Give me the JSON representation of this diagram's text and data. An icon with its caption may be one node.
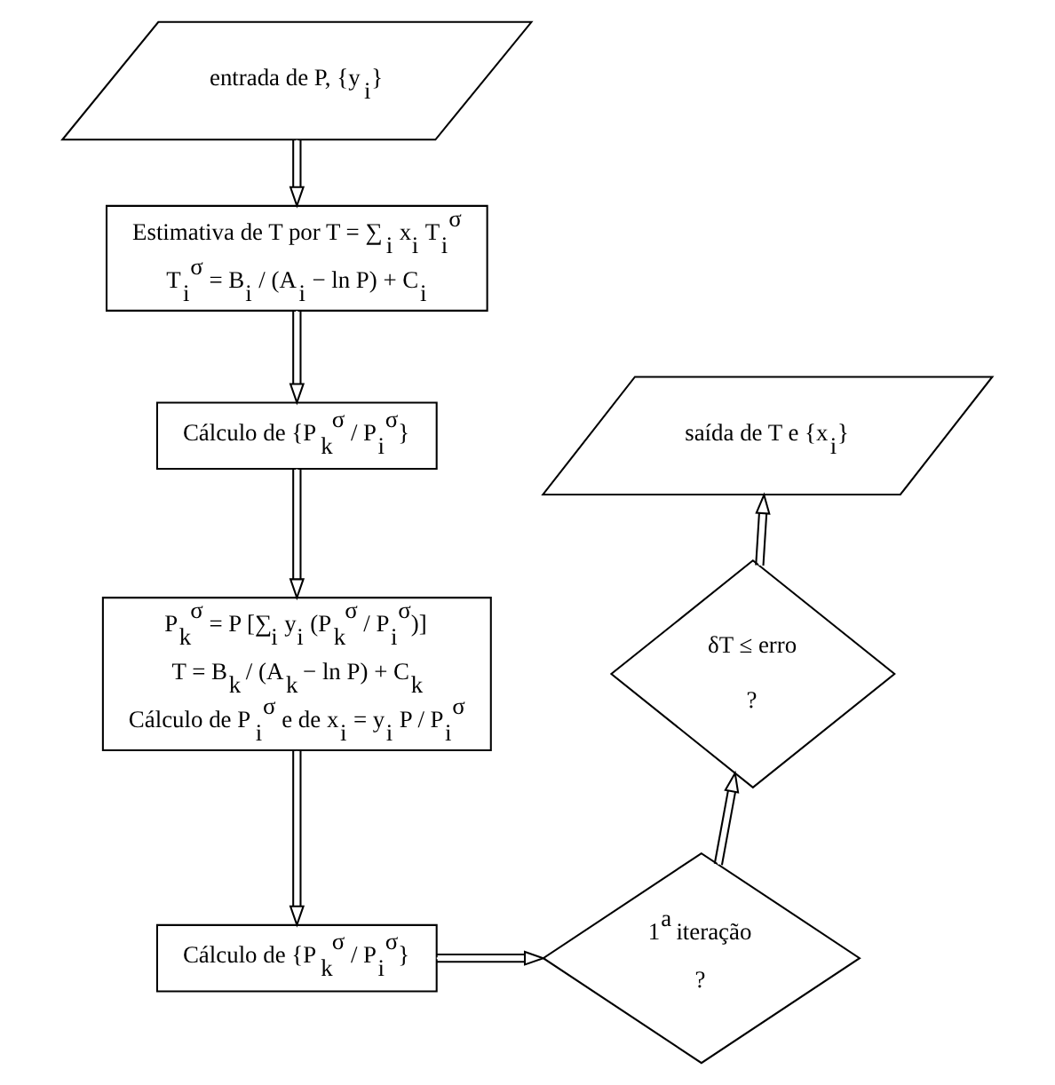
{
  "diagram": {
    "nodes": [
      {
        "text": [
          "entrada de P, {y$_{i}$}"
        ]
      },
      {
        "text": [
          "Estimativa de T por T = ∑$_{i}$ x$_{i}$ T$_{i}$$^{σ}$",
          "T$_{i}$$^{σ}$ = B$_{i}$ / (A$_{i}$ − ln P) + C$_{i}$"
        ]
      },
      {
        "text": [
          "Cálculo de {P$_{k}$$^{σ}$ / P$_{i}$$^{σ}$}"
        ]
      },
      {
        "text": [
          "P$_{k}$$^{σ}$ = P [∑$_{i}$ y$_{i}$ (P$_{k}$$^{σ}$ / P$_{i}$$^{σ}$)]",
          "T = B$_{k}$ / (A$_{k}$ − ln P) + C$_{k}$",
          "Cálculo de P$_{i}$$^{σ}$ e de x$_{i}$ = y$_{i}$ P / P$_{i}$$^{σ}$"
        ]
      },
      {
        "text": [
          "Cálculo de {P$_{k}$$^{σ}$ / P$_{i}$$^{σ}$}"
        ]
      },
      {
        "text": [
          "1$^{a}$ iteração",
          "?"
        ]
      },
      {
        "text": [
          "δT ≤ erro",
          "?"
        ]
      },
      {
        "text": [
          "saída de T e {x$_{i}$}"
        ]
      }
    ],
    "edges": [
      {
        "from": 0,
        "to": 1,
        "arrow": "to"
      },
      {
        "from": 1,
        "to": 2,
        "arrow": "to"
      },
      {
        "from": 2,
        "to": 3,
        "arrow": "to"
      },
      {
        "from": 3,
        "to": 4,
        "arrow": "to"
      },
      {
        "from": 4,
        "to": 5,
        "arrow": "to"
      },
      {
        "from": 5,
        "to": 6,
        "arrow": "to"
      },
      {
        "from": 6,
        "to": 7,
        "arrow": "to"
      }
    ]
  }
}
